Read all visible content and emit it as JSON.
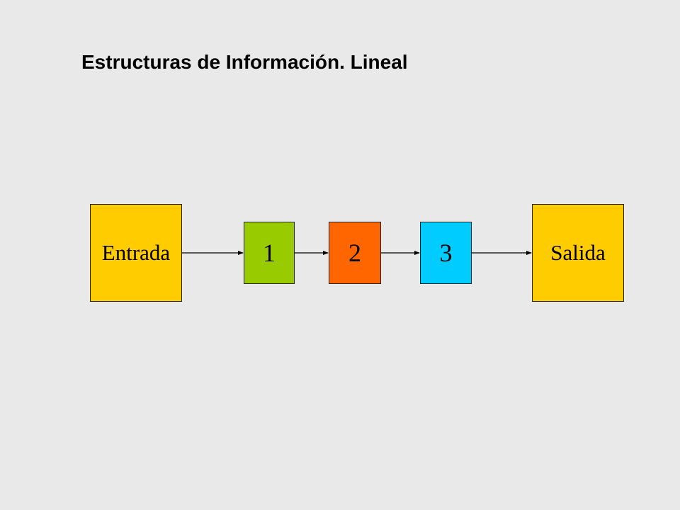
{
  "title": "Estructuras de Información. Lineal",
  "nodes": [
    {
      "id": "entrada",
      "label": "Entrada",
      "color": "#ffcc00"
    },
    {
      "id": "n1",
      "label": "1",
      "color": "#99cc00"
    },
    {
      "id": "n2",
      "label": "2",
      "color": "#ff6600"
    },
    {
      "id": "n3",
      "label": "3",
      "color": "#00ccff"
    },
    {
      "id": "salida",
      "label": "Salida",
      "color": "#ffcc00"
    }
  ],
  "edges": [
    {
      "from": "entrada",
      "to": "n1"
    },
    {
      "from": "n1",
      "to": "n2"
    },
    {
      "from": "n2",
      "to": "n3"
    },
    {
      "from": "n3",
      "to": "salida"
    }
  ]
}
